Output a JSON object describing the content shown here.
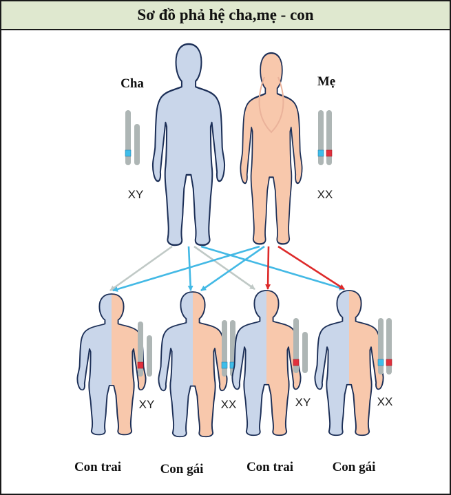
{
  "title": "Sơ đồ phả hệ cha,mẹ - con",
  "parents": {
    "father": {
      "label": "Cha",
      "karyotype": "XY"
    },
    "mother": {
      "label": "Mẹ",
      "karyotype": "XX"
    }
  },
  "children": [
    {
      "label": "Con trai",
      "karyotype": "XY"
    },
    {
      "label": "Con gái",
      "karyotype": "XX"
    },
    {
      "label": "Con trai",
      "karyotype": "XY"
    },
    {
      "label": "Con gái",
      "karyotype": "XX"
    }
  ],
  "colors": {
    "title_bg": "#dfe8cf",
    "male_body": "#c9d6ea",
    "female_body": "#f8c8ac",
    "outline": "#1c2f57",
    "chromosome": "#aeb6b5",
    "father_x_marker": "#3fbde9",
    "mother_x_marker": "#e0303c",
    "arrow_father_x": "#43b9e5",
    "arrow_father_y": "#c0c9c6",
    "arrow_mother_x1": "#43b9e5",
    "arrow_mother_x2": "#dd2a2a"
  }
}
